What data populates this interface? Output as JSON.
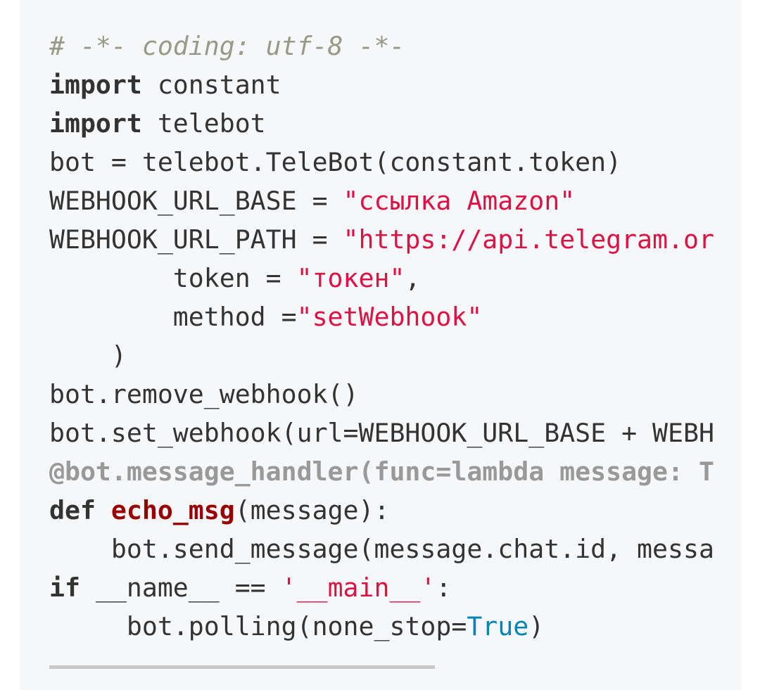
{
  "code": {
    "language": "python",
    "lines": [
      {
        "tokens": [
          {
            "t": "# -*- coding: utf-8 -*-",
            "c": "comment"
          }
        ]
      },
      {
        "tokens": [
          {
            "t": "import",
            "c": "keyword"
          },
          {
            "t": " constant",
            "c": "plain"
          }
        ]
      },
      {
        "tokens": [
          {
            "t": "import",
            "c": "keyword"
          },
          {
            "t": " telebot",
            "c": "plain"
          }
        ]
      },
      {
        "tokens": [
          {
            "t": "bot = telebot.TeleBot(constant.token)",
            "c": "plain"
          }
        ]
      },
      {
        "tokens": [
          {
            "t": "WEBHOOK_URL_BASE = ",
            "c": "plain"
          },
          {
            "t": "\"ссылка Amazon\"",
            "c": "string"
          }
        ]
      },
      {
        "tokens": [
          {
            "t": "WEBHOOK_URL_PATH = ",
            "c": "plain"
          },
          {
            "t": "\"https://api.telegram.or",
            "c": "string"
          }
        ]
      },
      {
        "tokens": [
          {
            "t": "        token = ",
            "c": "plain"
          },
          {
            "t": "\"токен\"",
            "c": "string"
          },
          {
            "t": ",",
            "c": "plain"
          }
        ]
      },
      {
        "tokens": [
          {
            "t": "        method =",
            "c": "plain"
          },
          {
            "t": "\"setWebhook\"",
            "c": "string"
          }
        ]
      },
      {
        "tokens": [
          {
            "t": "    )",
            "c": "plain"
          }
        ]
      },
      {
        "tokens": [
          {
            "t": "bot.remove_webhook()",
            "c": "plain"
          }
        ]
      },
      {
        "tokens": [
          {
            "t": "bot.set_webhook(url=WEBHOOK_URL_BASE + WEBH",
            "c": "plain"
          }
        ]
      },
      {
        "tokens": [
          {
            "t": "@bot.message_handler(func=lambda message: T",
            "c": "decorator"
          }
        ]
      },
      {
        "tokens": [
          {
            "t": "def",
            "c": "keyword"
          },
          {
            "t": " ",
            "c": "plain"
          },
          {
            "t": "echo_msg",
            "c": "function"
          },
          {
            "t": "(message):",
            "c": "plain"
          }
        ]
      },
      {
        "tokens": [
          {
            "t": "    bot.send_message(message.chat.id, messa",
            "c": "plain"
          }
        ]
      },
      {
        "tokens": [
          {
            "t": "if",
            "c": "keyword"
          },
          {
            "t": " __name__ == ",
            "c": "plain"
          },
          {
            "t": "'__main__'",
            "c": "string"
          },
          {
            "t": ":",
            "c": "plain"
          }
        ]
      },
      {
        "tokens": [
          {
            "t": "     bot.polling(none_stop=",
            "c": "plain"
          },
          {
            "t": "True",
            "c": "builtin"
          },
          {
            "t": ")",
            "c": "plain"
          }
        ]
      }
    ]
  },
  "scrollbar": {
    "horizontal_position_fraction": 0.0,
    "visible_fraction": 0.58
  },
  "colors": {
    "background": "#f6f7f8",
    "comment": "#999988",
    "string": "#dd1144",
    "function": "#990000",
    "builtin": "#0086b3",
    "text": "#333333"
  }
}
